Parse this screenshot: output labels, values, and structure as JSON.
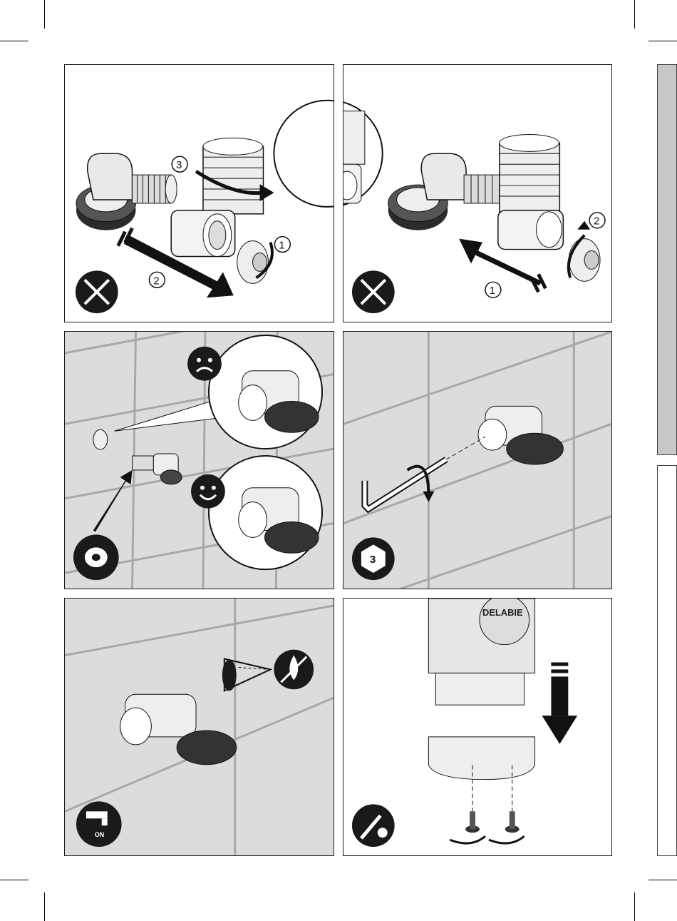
{
  "steps": {
    "s1": {
      "labels": [
        "3",
        "1",
        "2"
      ]
    },
    "s2": {
      "labels": [
        "2",
        "1"
      ]
    },
    "s4": {
      "hex_tool": "3"
    },
    "s5": {
      "tap_icon_text": "ON"
    },
    "s6": {
      "brand": "DELABIE"
    }
  },
  "colors": {
    "ink": "#111111",
    "tile": "#dcdcdc",
    "grout": "#a8a8a8",
    "icon_bg": "#1a1a1a"
  },
  "icons": [
    "no-tools-icon",
    "thread-tape-icon",
    "hex-key-3-icon",
    "water-on-icon",
    "screwdriver-no-icon",
    "no-water-icon",
    "sad-face-icon",
    "happy-face-icon",
    "eye-icon"
  ]
}
